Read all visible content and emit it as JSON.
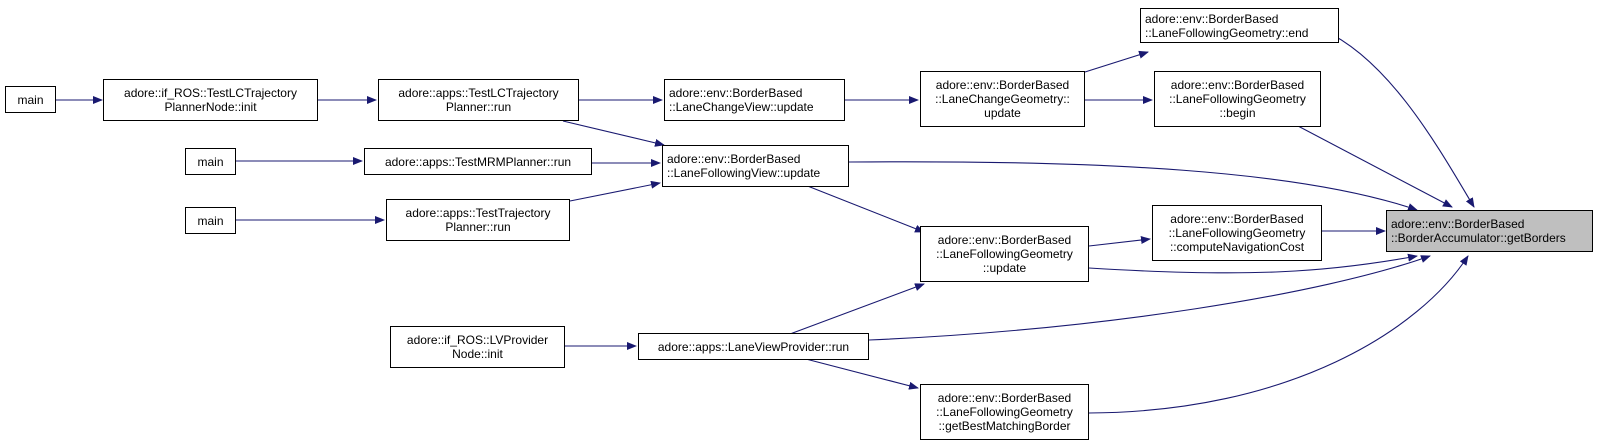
{
  "graph": {
    "colors": {
      "edge": "#191970",
      "node_border": "#000000",
      "focus_fill": "#bfbfbf"
    },
    "nodes": {
      "main1": {
        "lines": [
          "main"
        ]
      },
      "main2": {
        "lines": [
          "main"
        ]
      },
      "main3": {
        "lines": [
          "main"
        ]
      },
      "lc_node_init": {
        "lines": [
          "adore::if_ROS::TestLCTrajectory",
          "PlannerNode::init"
        ]
      },
      "lc_planner_run": {
        "lines": [
          "adore::apps::TestLCTrajectory",
          "Planner::run"
        ]
      },
      "mrm_run": {
        "lines": [
          "adore::apps::TestMRMPlanner::run"
        ]
      },
      "traj_run": {
        "lines": [
          "adore::apps::TestTrajectory",
          "Planner::run"
        ]
      },
      "lv_node_init": {
        "lines": [
          "adore::if_ROS::LVProvider",
          "Node::init"
        ]
      },
      "lvp_run": {
        "lines": [
          "adore::apps::LaneViewProvider::run"
        ]
      },
      "lcv_update": {
        "lines": [
          "adore::env::BorderBased",
          "::LaneChangeView::update"
        ]
      },
      "lfv_update": {
        "lines": [
          "adore::env::BorderBased",
          "::LaneFollowingView::update"
        ]
      },
      "lcg_update": {
        "lines": [
          "adore::env::BorderBased",
          "::LaneChangeGeometry::",
          "update"
        ]
      },
      "lfg_update": {
        "lines": [
          "adore::env::BorderBased",
          "::LaneFollowingGeometry",
          "::update"
        ]
      },
      "lfg_best": {
        "lines": [
          "adore::env::BorderBased",
          "::LaneFollowingGeometry",
          "::getBestMatchingBorder"
        ]
      },
      "lfg_end": {
        "lines": [
          "adore::env::BorderBased",
          "::LaneFollowingGeometry::end"
        ]
      },
      "lfg_begin": {
        "lines": [
          "adore::env::BorderBased",
          "::LaneFollowingGeometry",
          "::begin"
        ]
      },
      "lfg_cost": {
        "lines": [
          "adore::env::BorderBased",
          "::LaneFollowingGeometry",
          "::computeNavigationCost"
        ]
      },
      "getborders": {
        "lines": [
          "adore::env::BorderBased",
          "::BorderAccumulator::getBorders"
        ]
      }
    }
  }
}
